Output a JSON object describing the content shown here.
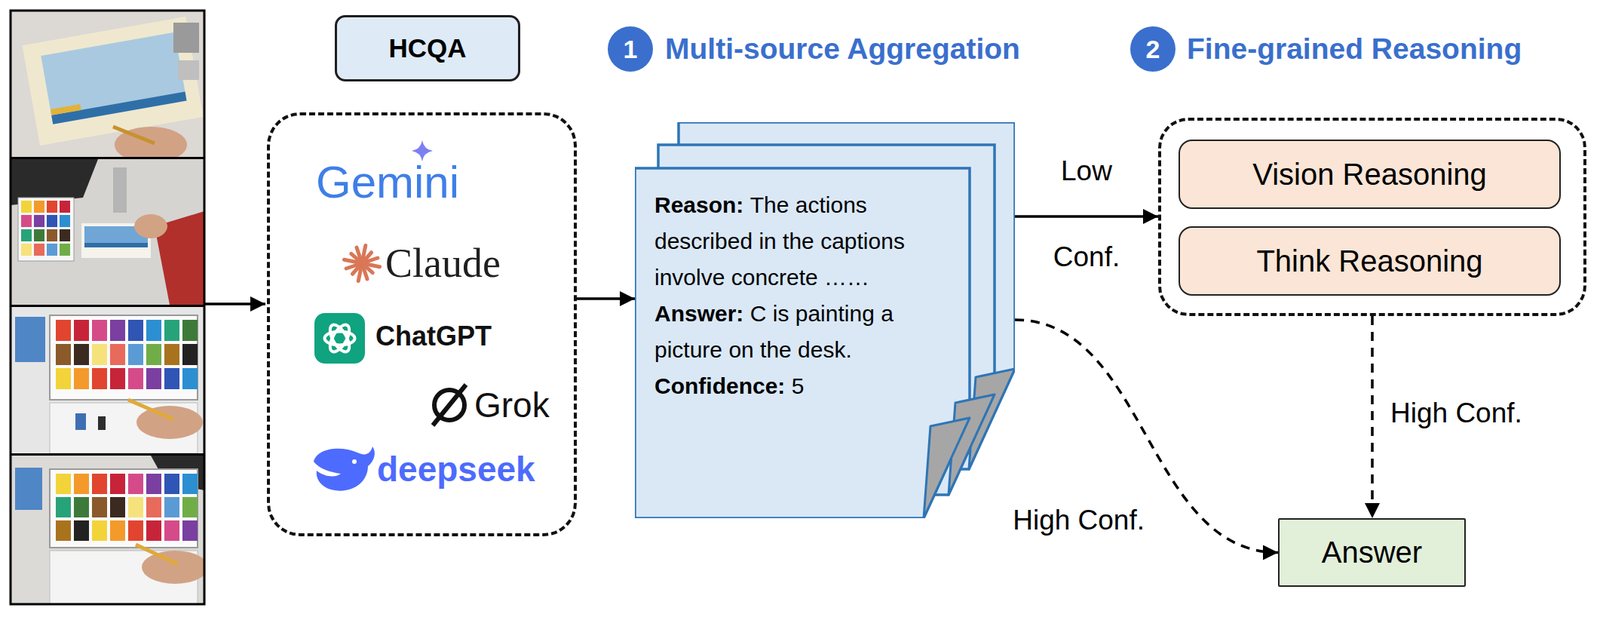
{
  "diagram": {
    "nodes": [
      {
        "text": [
          "HCQA"
        ]
      },
      {
        "text": [
          "1"
        ]
      },
      {
        "text": [
          "2"
        ]
      },
      {
        "text": [
          "Gemini",
          "Claude",
          "ChatGPT",
          "Grok",
          "deepseek"
        ]
      },
      {
        "text": [
          "Reason:",
          "The actions described in the captions involve concrete ……",
          "Answer:",
          "C is painting a picture on the desk.",
          "Confidence:",
          "5"
        ]
      },
      {
        "text": []
      },
      {
        "text": [
          "Vision Reasoning"
        ],
        "in": 5
      },
      {
        "text": [
          "Think Reasoning"
        ],
        "in": 5
      },
      {
        "text": [
          "Answer"
        ]
      }
    ],
    "edges": [
      {
        "from": 3,
        "to": 4,
        "arrow": "to"
      },
      {
        "from": 4,
        "to": 5,
        "label": "Low Conf.",
        "arrow": "to"
      },
      {
        "from": 5,
        "to": 8,
        "label": "High Conf.",
        "arrow": "to"
      },
      {
        "from": 4,
        "to": 8,
        "label": "High Conf.",
        "arrow": "to"
      }
    ],
    "labels": [
      "Multi-source Aggregation",
      "Fine-grained Reasoning"
    ]
  }
}
